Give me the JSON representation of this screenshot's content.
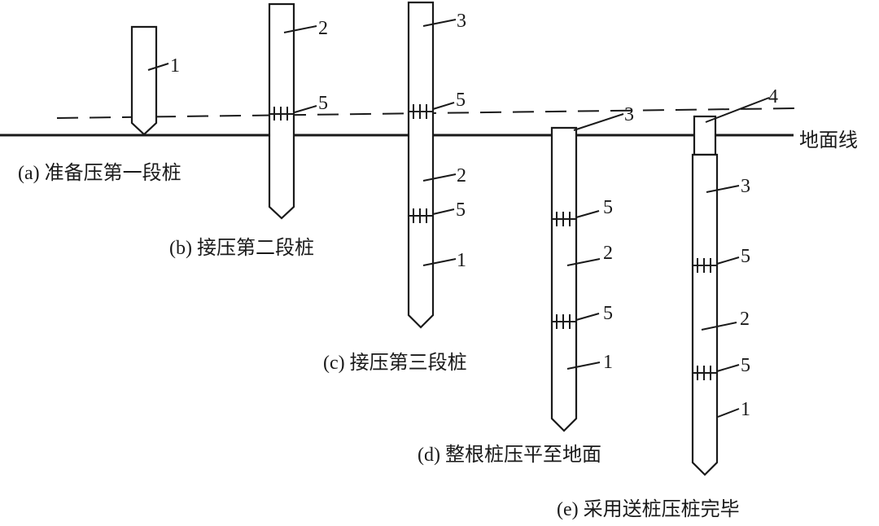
{
  "ground_label": "地面线",
  "captions": {
    "a": "(a)  准备压第一段桩",
    "b": "(b)  接压第二段桩",
    "c": "(c)  接压第三段桩",
    "d": "(d)    整根桩压平至地面",
    "e": "(e)    采用送桩压桩完毕"
  },
  "labels": {
    "one": "1",
    "two": "2",
    "three": "3",
    "four": "4",
    "five": "5"
  }
}
